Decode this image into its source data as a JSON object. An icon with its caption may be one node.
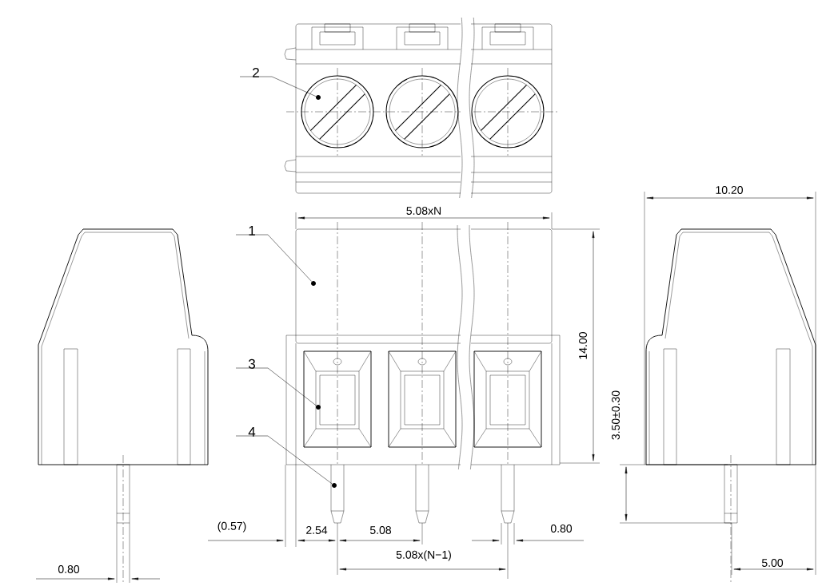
{
  "diagram": {
    "nodes": [
      {
        "text": [
          "2"
        ]
      },
      {
        "text": [
          "1"
        ]
      },
      {
        "text": [
          "3"
        ]
      },
      {
        "text": [
          "4"
        ]
      },
      {
        "text": [],
        "shape": "circle"
      },
      {
        "text": [],
        "shape": "circle"
      },
      {
        "text": [],
        "shape": "circle"
      },
      {
        "text": [],
        "shape": "circle"
      }
    ],
    "edges": [
      {
        "from": 0,
        "to": 4,
        "arrow": "none"
      },
      {
        "from": 1,
        "to": 5,
        "arrow": "none"
      },
      {
        "from": 2,
        "to": 6,
        "arrow": "none"
      },
      {
        "from": 3,
        "to": 7,
        "arrow": "none"
      }
    ],
    "labels": [
      "10.20",
      "5.08xN",
      "14.00",
      "3.50±0.30",
      "(0.57)",
      "2.54",
      "5.08",
      "0.80",
      "5.08x(N−1)",
      "0.80",
      "5.00"
    ]
  }
}
